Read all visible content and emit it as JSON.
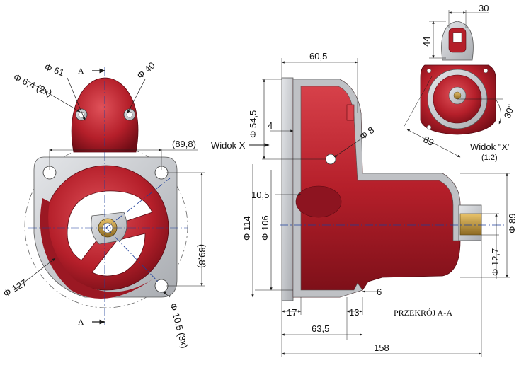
{
  "colors": {
    "casting_red": "#b51f2a",
    "casting_dark": "#7a0f18",
    "casting_light": "#e0525a",
    "machined_gray": "#c9cbcf",
    "bushing_bronze": "#c9a24a",
    "dim_line": "#1a1a1a",
    "arrow_blue": "#1d3f9a"
  },
  "left_view": {
    "section_mark_top": "A",
    "section_mark_bottom": "A",
    "dim_hole_small": "Φ 6,4  (2x)",
    "dim_d61": "Φ 61",
    "dim_d40": "Φ 40",
    "dim_width_ref": "(89,8)",
    "dim_height_ref": "(89,8)",
    "dim_d127": "Φ 127",
    "dim_hole_large": "Φ 10,5  (3x)"
  },
  "section_view": {
    "dim_top_60_5": "60,5",
    "dim_d54_5": "Φ 54,5",
    "dim_4": "4",
    "view_x_label": "Widok X",
    "dim_d8": "Φ 8",
    "dim_10_5": "10,5",
    "dim_d114": "Φ 114",
    "dim_d106": "Φ 106",
    "dim_d89": "Φ 89",
    "dim_d12_7": "Φ 12,7",
    "dim_6": "6",
    "dim_17": "17",
    "dim_13": "13",
    "dim_63_5": "63,5",
    "dim_158": "158",
    "section_title": "PRZEKRÓJ A-A"
  },
  "detail_view": {
    "dim_30": "30",
    "dim_44": "44",
    "dim_89": "89",
    "dim_30deg": "30°",
    "title": "Widok \"X\"",
    "scale": "(1:2)"
  }
}
